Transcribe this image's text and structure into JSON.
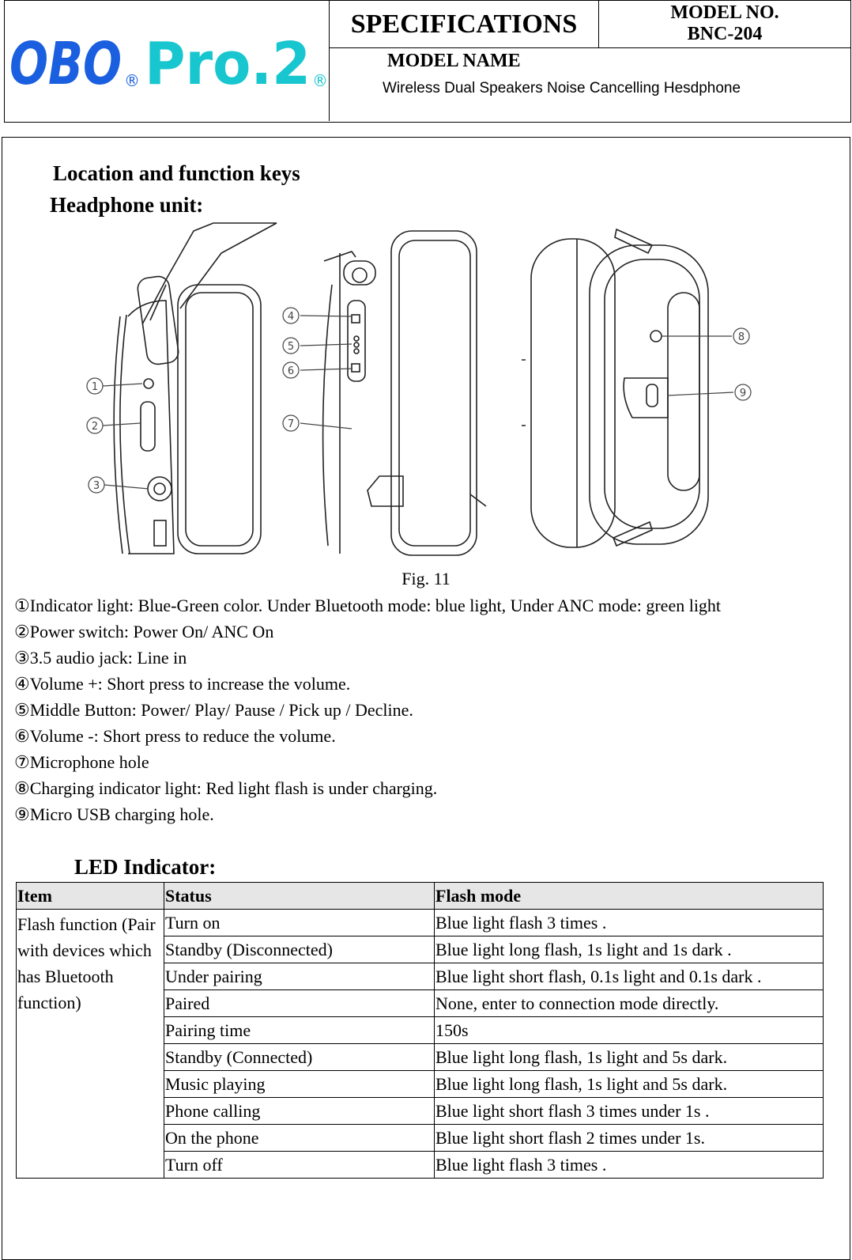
{
  "header": {
    "logo_obo": "OBO",
    "logo_pro": "Pro.2",
    "logo_reg": "®",
    "spec_label": "SPECIFICATIONS",
    "model_no_label": "MODEL NO.",
    "model_no": "BNC-204",
    "model_name_label": "MODEL NAME",
    "model_name": "Wireless Dual Speakers Noise Cancelling Hesdphone"
  },
  "colors": {
    "logo_blue": "#1a5fe0",
    "logo_cyan": "#17c6cf",
    "header_gray": "#e6e6e6"
  },
  "section": {
    "title": "Location and function keys",
    "subtitle": "Headphone unit:"
  },
  "figure": {
    "callouts": [
      "1",
      "2",
      "3",
      "4",
      "5",
      "6",
      "7",
      "8",
      "9"
    ],
    "caption": "Fig. 11"
  },
  "items": [
    "①Indicator light: Blue-Green color. Under Bluetooth mode: blue light, Under ANC mode: green light",
    "②Power switch: Power On/ ANC On",
    "③3.5 audio jack: Line in",
    "④Volume +: Short press to increase the volume.",
    "⑤Middle Button: Power/ Play/ Pause / Pick up / Decline.",
    "⑥Volume -: Short press to reduce the volume.",
    "⑦Microphone hole",
    "⑧Charging indicator light: Red light flash is under charging.",
    "⑨Micro USB charging hole."
  ],
  "led": {
    "title": "LED Indicator:",
    "headers": [
      "Item",
      "Status",
      "Flash mode"
    ],
    "item_label": "Flash function (Pair with devices which has Bluetooth function)",
    "rows": [
      [
        "Turn on",
        "Blue light flash 3 times ."
      ],
      [
        "Standby (Disconnected)",
        "Blue light long flash, 1s light and 1s dark ."
      ],
      [
        "Under pairing",
        "Blue light short flash, 0.1s light and 0.1s dark ."
      ],
      [
        "Paired",
        "None, enter to connection mode directly."
      ],
      [
        "Pairing time",
        "150s"
      ],
      [
        "Standby (Connected)",
        "Blue light long flash, 1s light and 5s dark."
      ],
      [
        "Music playing",
        "Blue light long flash, 1s light and 5s dark."
      ],
      [
        "Phone calling",
        "Blue light short flash 3 times under 1s ."
      ],
      [
        "On the phone",
        "Blue light short flash 2 times under 1s."
      ],
      [
        "Turn off",
        "Blue light flash 3 times ."
      ]
    ]
  }
}
